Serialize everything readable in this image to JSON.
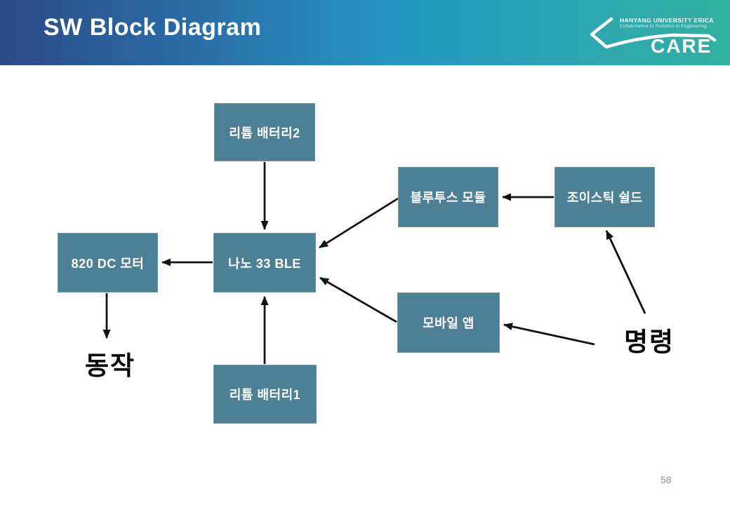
{
  "header": {
    "title": "SW Block Diagram",
    "gradient": {
      "start": "#2c4b87",
      "mid": "#2598c4",
      "end": "#33b1a1"
    },
    "logo": {
      "university": "HANYANG UNIVERSITY ERICA",
      "subtitle": "Collaborative AI Robotics in Engineering",
      "acronym": "CARE"
    }
  },
  "diagram": {
    "node_fill_color": "#4d8094",
    "node_text_color": "#ffffff",
    "nodes": {
      "battery2": {
        "label": "리튬 배터리2"
      },
      "bluetooth": {
        "label": "블루투스 모듈"
      },
      "joystick": {
        "label": "조이스틱 쉴드"
      },
      "dc_motor": {
        "label": "820 DC 모터"
      },
      "nano": {
        "label": "나노 33 BLE"
      },
      "mobile_app": {
        "label": "모바일 앱"
      },
      "battery1": {
        "label": "리튬 배터리1"
      }
    },
    "labels": {
      "action": "동작",
      "command": "명령"
    },
    "edges": [
      {
        "from": "리튬 배터리2",
        "to": "나노 33 BLE"
      },
      {
        "from": "리튬 배터리1",
        "to": "나노 33 BLE"
      },
      {
        "from": "나노 33 BLE",
        "to": "820 DC 모터"
      },
      {
        "from": "820 DC 모터",
        "to": "동작"
      },
      {
        "from": "조이스틱 쉴드",
        "to": "블루투스 모듈"
      },
      {
        "from": "블루투스 모듈",
        "to": "나노 33 BLE"
      },
      {
        "from": "모바일 앱",
        "to": "나노 33 BLE"
      },
      {
        "from": "명령",
        "to": "조이스틱 쉴드"
      },
      {
        "from": "명령",
        "to": "모바일 앱"
      }
    ]
  },
  "footer": {
    "page_number": "58"
  }
}
